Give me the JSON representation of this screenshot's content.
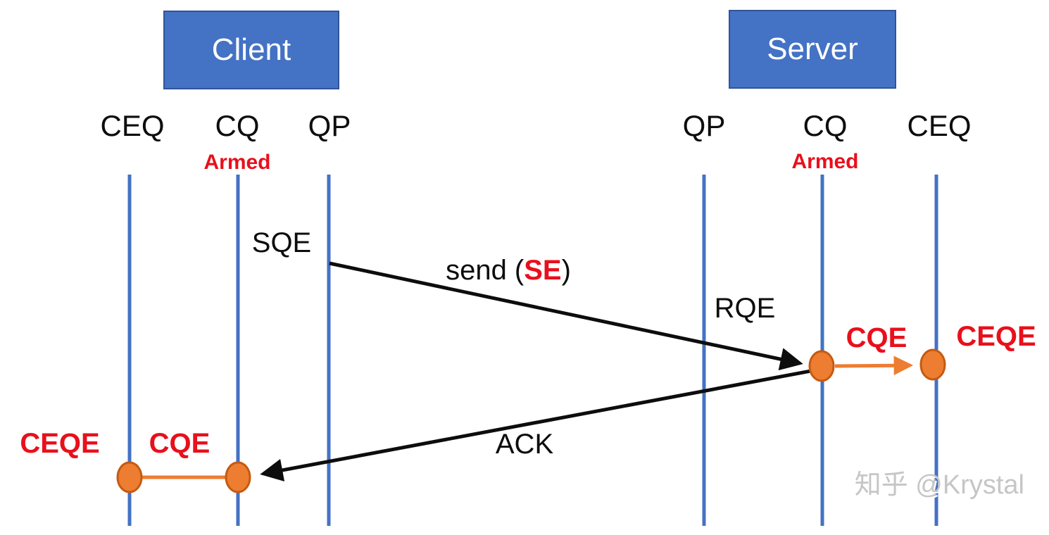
{
  "colors": {
    "accent_blue": "#4472C4",
    "box_border": "#2F5597",
    "ink": "#0d0d0d",
    "red": "#E8101C",
    "orange": "#ED7D31",
    "orange_dark": "#C55A11",
    "watermark": "#C6C6C6"
  },
  "client": {
    "title": "Client",
    "lanes": [
      {
        "label": "CEQ"
      },
      {
        "label": "CQ",
        "status": "Armed"
      },
      {
        "label": "QP"
      }
    ],
    "events": {
      "sqe": "SQE",
      "cqe": "CQE",
      "ceqe": "CEQE"
    }
  },
  "server": {
    "title": "Server",
    "lanes": [
      {
        "label": "QP"
      },
      {
        "label": "CQ",
        "status": "Armed"
      },
      {
        "label": "CEQ"
      }
    ],
    "events": {
      "rqe": "RQE",
      "cqe": "CQE",
      "ceqe": "CEQE"
    }
  },
  "messages": {
    "send_prefix": "send (",
    "send_flag": "SE",
    "send_suffix": ")",
    "ack": "ACK"
  },
  "watermark": "知乎 @Krystal"
}
